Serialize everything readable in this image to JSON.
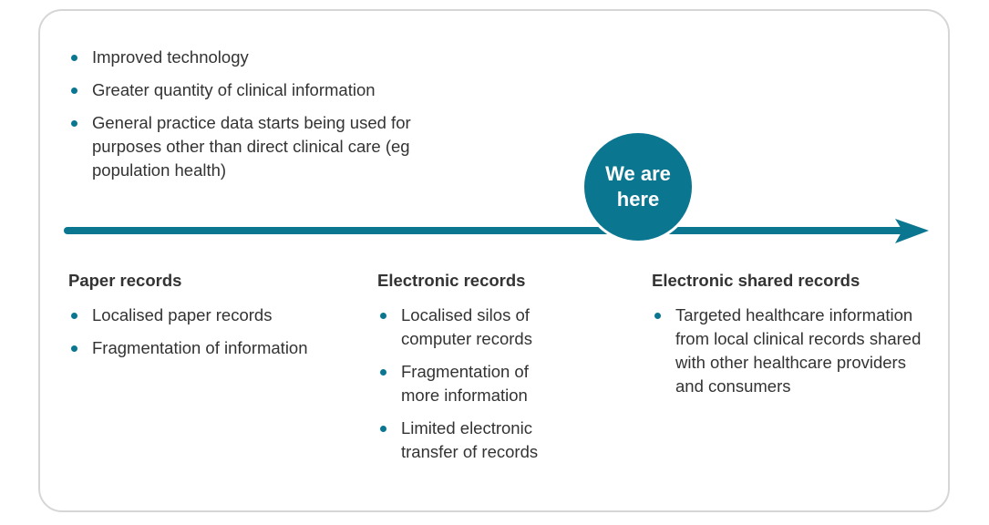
{
  "colors": {
    "accent": "#0b7690",
    "border": "#d6d6d6",
    "text": "#333333"
  },
  "top_bullets": [
    "Improved technology",
    "Greater quantity of clinical information",
    "General practice data starts being used for purposes other than direct clinical care (eg population health)"
  ],
  "marker": {
    "label_line1": "We are",
    "label_line2": "here"
  },
  "stages": [
    {
      "title": "Paper records",
      "bullets": [
        "Localised paper records",
        "Fragmentation of information"
      ]
    },
    {
      "title": "Electronic records",
      "bullets": [
        "Localised silos of computer records",
        "Fragmentation of more information",
        "Limited electronic transfer of records"
      ]
    },
    {
      "title": "Electronic shared records",
      "bullets": [
        "Targeted healthcare information from local clinical records shared with other healthcare providers and consumers"
      ]
    }
  ]
}
